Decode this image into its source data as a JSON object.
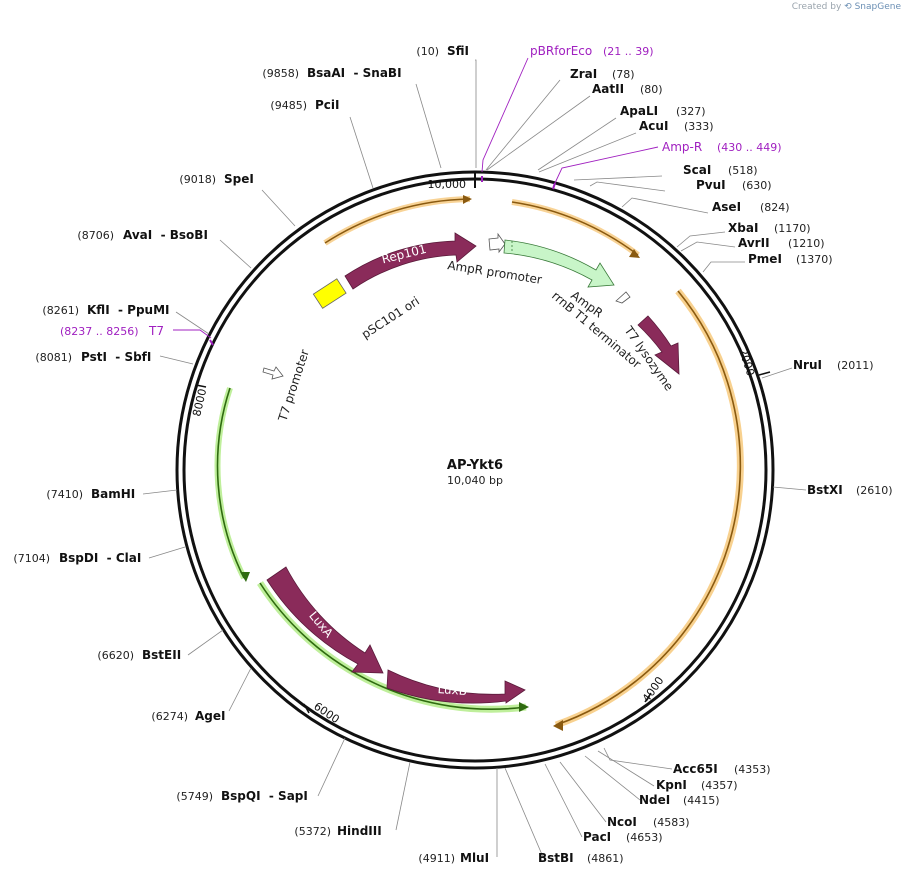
{
  "credit": {
    "prefix": "Created by",
    "brand": "SnapGene"
  },
  "plasmid": {
    "name": "AP-Ykt6",
    "length_label": "10,040 bp",
    "length": 10040
  },
  "ticks": [
    {
      "label": "10,000",
      "pos": 10000
    },
    {
      "label": "2000",
      "pos": 2000
    },
    {
      "label": "4000",
      "pos": 4000
    },
    {
      "label": "6000",
      "pos": 6000
    },
    {
      "label": "8000",
      "pos": 8000
    }
  ],
  "sites": [
    {
      "name": "SfiI",
      "pos": "(10)",
      "side": "left"
    },
    {
      "name": "ZraI",
      "pos": "(78)",
      "side": "right"
    },
    {
      "name": "AatII",
      "pos": "(80)",
      "side": "right"
    },
    {
      "name": "ApaLI",
      "pos": "(327)",
      "side": "right"
    },
    {
      "name": "AcuI",
      "pos": "(333)",
      "side": "right"
    },
    {
      "name": "ScaI",
      "pos": "(518)",
      "side": "right"
    },
    {
      "name": "PvuI",
      "pos": "(630)",
      "side": "right"
    },
    {
      "name": "AseI",
      "pos": "(824)",
      "side": "right"
    },
    {
      "name": "XbaI",
      "pos": "(1170)",
      "side": "right"
    },
    {
      "name": "AvrII",
      "pos": "(1210)",
      "side": "right"
    },
    {
      "name": "PmeI",
      "pos": "(1370)",
      "side": "right"
    },
    {
      "name": "NruI",
      "pos": "(2011)",
      "side": "right"
    },
    {
      "name": "BstXI",
      "pos": "(2610)",
      "side": "right"
    },
    {
      "name": "Acc65I",
      "pos": "(4353)",
      "side": "right"
    },
    {
      "name": "KpnI",
      "pos": "(4357)",
      "side": "right"
    },
    {
      "name": "NdeI",
      "pos": "(4415)",
      "side": "right"
    },
    {
      "name": "NcoI",
      "pos": "(4583)",
      "side": "right"
    },
    {
      "name": "PacI",
      "pos": "(4653)",
      "side": "right"
    },
    {
      "name": "BstBI",
      "pos": "(4861)",
      "side": "right"
    },
    {
      "name": "MluI",
      "pos": "(4911)",
      "side": "left"
    },
    {
      "name": "HindIII",
      "pos": "(5372)",
      "side": "left"
    },
    {
      "name": "BspQI  - SapI",
      "pos": "(5749)",
      "side": "left"
    },
    {
      "name": "AgeI",
      "pos": "(6274)",
      "side": "left"
    },
    {
      "name": "BstEII",
      "pos": "(6620)",
      "side": "left"
    },
    {
      "name": "BspDI  - ClaI",
      "pos": "(7104)",
      "side": "left"
    },
    {
      "name": "BamHI",
      "pos": "(7410)",
      "side": "left"
    },
    {
      "name": "PstI  - SbfI",
      "pos": "(8081)",
      "side": "left"
    },
    {
      "name": "KflI  - PpuMI",
      "pos": "(8261)",
      "side": "left"
    },
    {
      "name": "AvaI  - BsoBI",
      "pos": "(8706)",
      "side": "left"
    },
    {
      "name": "SpeI",
      "pos": "(9018)",
      "side": "left"
    },
    {
      "name": "PciI",
      "pos": "(9485)",
      "side": "left"
    },
    {
      "name": "BsaAI  - SnaBI",
      "pos": "(9858)",
      "side": "left"
    }
  ],
  "primers": [
    {
      "name": "pBRforEco",
      "range": "(21 .. 39)",
      "side": "right"
    },
    {
      "name": "Amp-R",
      "range": "(430 .. 449)",
      "side": "right"
    },
    {
      "name": "T7",
      "range": "(8237 .. 8256)",
      "side": "left"
    }
  ],
  "features": [
    {
      "name": "Rep101",
      "type": "cds",
      "label_inside": true
    },
    {
      "name": "pSC101 ori",
      "type": "origin"
    },
    {
      "name": "AmpR promoter",
      "type": "promoter"
    },
    {
      "name": "AmpR",
      "type": "cds"
    },
    {
      "name": "rrnB T1 terminator",
      "type": "terminator"
    },
    {
      "name": "T7 lysozyme",
      "type": "cds"
    },
    {
      "name": "T7 promoter",
      "type": "promoter"
    },
    {
      "name": "LuxA",
      "type": "cds",
      "label_inside": true
    },
    {
      "name": "LuxB",
      "type": "cds",
      "label_inside": true
    }
  ],
  "colors": {
    "backbone": "#111111",
    "cds": "#8a2b5a",
    "origin": "#ffff00",
    "ampr": "#c8f5c8",
    "orange_arc": "#f5b042",
    "green_arc": "#8edc5a",
    "primer": "#a020c0",
    "site_line": "#888888"
  }
}
